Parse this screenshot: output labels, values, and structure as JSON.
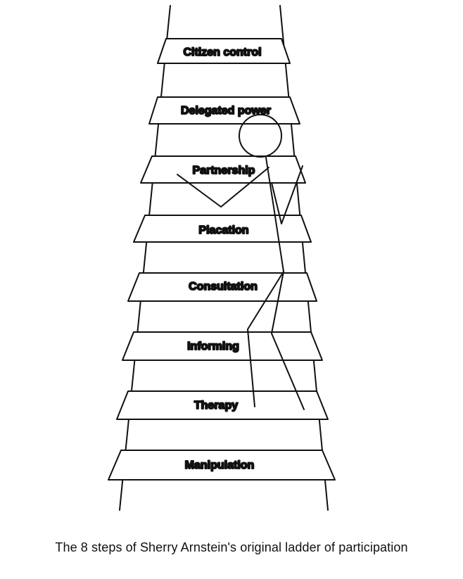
{
  "diagram": {
    "rungs": [
      "Citizen control",
      "Delegated power",
      "Partnership",
      "Placation",
      "Consultation",
      "Informing",
      "Therapy",
      "Manipulation"
    ],
    "caption": "The 8 steps of Sherry Arnstein's original ladder of participation",
    "colors": {
      "ink": "#111111",
      "background": "#ffffff"
    }
  }
}
